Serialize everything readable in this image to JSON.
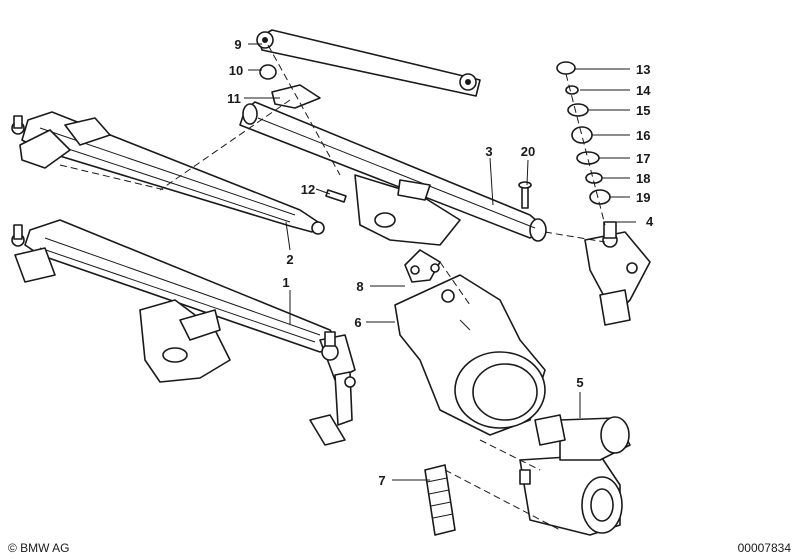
{
  "callouts": [
    {
      "id": "1",
      "label": "1"
    },
    {
      "id": "2",
      "label": "2"
    },
    {
      "id": "3",
      "label": "3"
    },
    {
      "id": "4",
      "label": "4"
    },
    {
      "id": "5",
      "label": "5"
    },
    {
      "id": "6",
      "label": "6"
    },
    {
      "id": "7",
      "label": "7"
    },
    {
      "id": "8",
      "label": "8"
    },
    {
      "id": "9",
      "label": "9"
    },
    {
      "id": "10",
      "label": "10"
    },
    {
      "id": "11",
      "label": "11"
    },
    {
      "id": "12",
      "label": "12"
    },
    {
      "id": "13",
      "label": "13"
    },
    {
      "id": "14",
      "label": "14"
    },
    {
      "id": "15",
      "label": "15"
    },
    {
      "id": "16",
      "label": "16"
    },
    {
      "id": "17",
      "label": "17"
    },
    {
      "id": "18",
      "label": "18"
    },
    {
      "id": "19",
      "label": "19"
    },
    {
      "id": "20",
      "label": "20"
    }
  ],
  "footer": {
    "copyright": "© BMW AG",
    "drawing_number": "00007834"
  }
}
